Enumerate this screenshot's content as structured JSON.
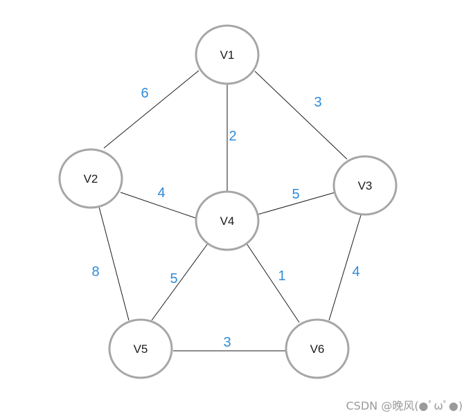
{
  "graph": {
    "nodes": [
      {
        "id": "V1",
        "label": "V1"
      },
      {
        "id": "V2",
        "label": "V2"
      },
      {
        "id": "V3",
        "label": "V3"
      },
      {
        "id": "V4",
        "label": "V4"
      },
      {
        "id": "V5",
        "label": "V5"
      },
      {
        "id": "V6",
        "label": "V6"
      }
    ],
    "edges": [
      {
        "from": "V1",
        "to": "V2",
        "weight": "6"
      },
      {
        "from": "V1",
        "to": "V4",
        "weight": "2"
      },
      {
        "from": "V1",
        "to": "V3",
        "weight": "3"
      },
      {
        "from": "V2",
        "to": "V4",
        "weight": "4"
      },
      {
        "from": "V4",
        "to": "V3",
        "weight": "5"
      },
      {
        "from": "V2",
        "to": "V5",
        "weight": "8"
      },
      {
        "from": "V4",
        "to": "V5",
        "weight": "5"
      },
      {
        "from": "V4",
        "to": "V6",
        "weight": "1"
      },
      {
        "from": "V3",
        "to": "V6",
        "weight": "4"
      },
      {
        "from": "V5",
        "to": "V6",
        "weight": "3"
      }
    ]
  },
  "colors": {
    "weight_label": "#2e8bd8",
    "node_border": "#a6a6a6",
    "edge": "#1a1a1a"
  },
  "watermark": "CSDN @晚风(●ﾟωﾟ●)"
}
